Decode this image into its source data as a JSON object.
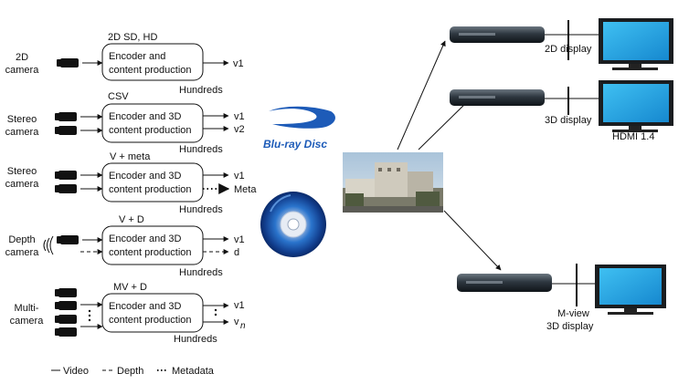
{
  "cameras": [
    {
      "label_lines": [
        "2D",
        "camera"
      ],
      "box_title": "2D SD, HD",
      "box_lines": [
        "Encoder and",
        "content production"
      ],
      "outputs": [
        "v1"
      ],
      "rate": "Hundreds"
    },
    {
      "label_lines": [
        "Stereo",
        "camera"
      ],
      "box_title": "CSV",
      "box_lines": [
        "Encoder and 3D",
        "content production"
      ],
      "outputs": [
        "v1",
        "v2"
      ],
      "rate": "Hundreds"
    },
    {
      "label_lines": [
        "Stereo",
        "camera"
      ],
      "box_title": "V + meta",
      "box_lines": [
        "Encoder and 3D",
        "content production"
      ],
      "outputs": [
        "v1",
        "Meta"
      ],
      "rate": "Hundreds"
    },
    {
      "label_lines": [
        "Depth",
        "camera"
      ],
      "box_title": "V + D",
      "box_lines": [
        "Encoder and 3D",
        "content production"
      ],
      "outputs": [
        "v1",
        "d"
      ],
      "rate": "Hundreds"
    },
    {
      "label_lines": [
        "Multi-",
        "camera"
      ],
      "box_title": "MV + D",
      "box_lines": [
        "Encoder and 3D",
        "content production"
      ],
      "outputs": [
        "v1",
        "v",
        "n"
      ],
      "rate": "Hundreds"
    }
  ],
  "legend": {
    "video": "Video",
    "depth": "Depth",
    "metadata": "Metadata"
  },
  "bluray": {
    "logo_text": "Blu-ray Disc"
  },
  "displays": {
    "d1": "2D display",
    "d2": "3D display",
    "d2_sub": "HDMI 1.4",
    "d3_line1": "M-view",
    "d3_line2": "3D display"
  },
  "colors": {
    "bluray_blue": "#1d5bb8",
    "disc_blue": "#1f66c2",
    "tv_screen": "#1fa3e3"
  }
}
